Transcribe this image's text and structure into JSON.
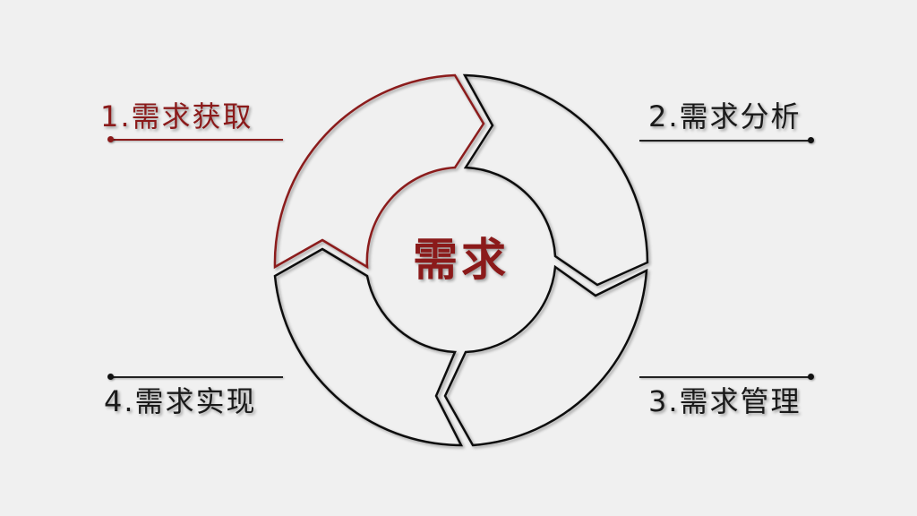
{
  "diagram": {
    "type": "cycle",
    "center_label": "需求",
    "colors": {
      "background": "#f0f0f0",
      "active": "#8b1a1a",
      "normal": "#1a1a1a"
    },
    "steps": [
      {
        "index": 1,
        "label": "1.需求获取",
        "state": "active"
      },
      {
        "index": 2,
        "label": "2.需求分析",
        "state": "normal"
      },
      {
        "index": 3,
        "label": "3.需求管理",
        "state": "normal"
      },
      {
        "index": 4,
        "label": "4.需求实现",
        "state": "normal"
      }
    ]
  }
}
